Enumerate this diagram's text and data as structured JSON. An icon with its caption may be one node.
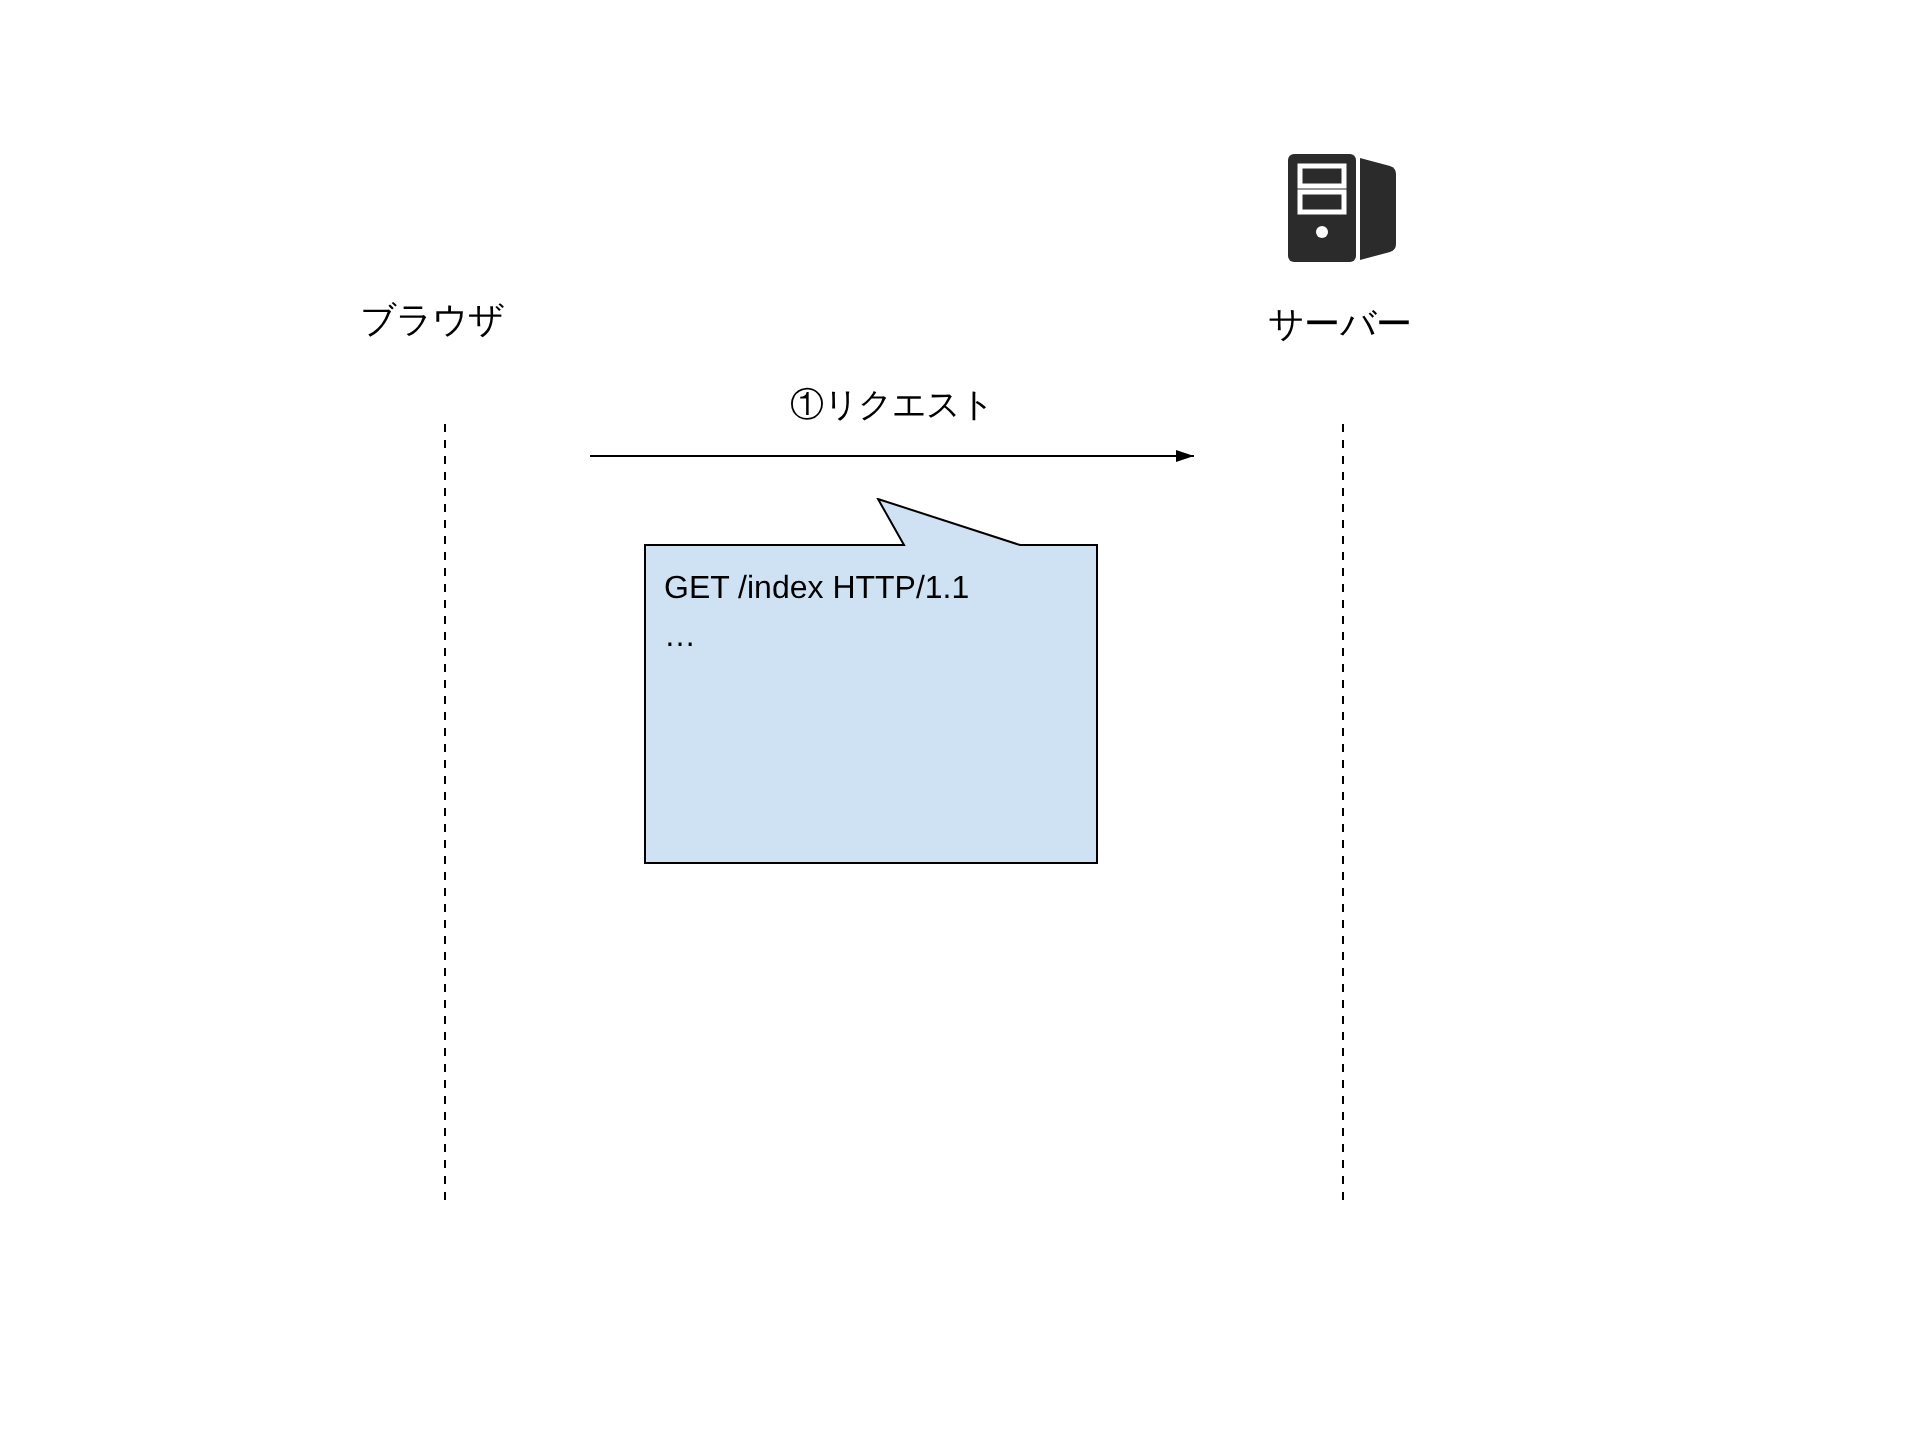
{
  "diagram": {
    "nodes": [
      {
        "text": [
          "ブラウザ"
        ]
      },
      {
        "text": [
          "サーバー"
        ]
      },
      {
        "text": [
          "GET /index HTTP/1.1",
          "…"
        ]
      }
    ],
    "edges": [
      {
        "from": 0,
        "to": 1,
        "arrow": "to",
        "label": "①リクエスト"
      }
    ]
  }
}
